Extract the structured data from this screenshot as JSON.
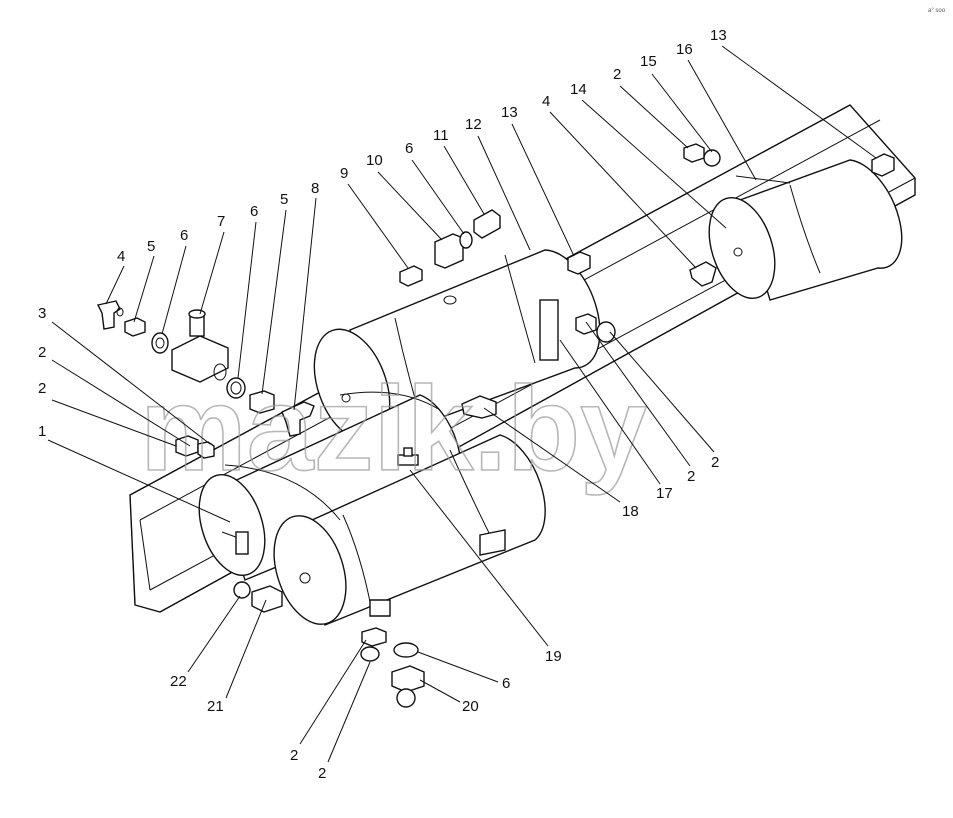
{
  "watermark": "mazik.by",
  "corner_mark": "a° soo",
  "callouts": [
    {
      "id": "c1",
      "text": "1"
    },
    {
      "id": "c2a",
      "text": "2"
    },
    {
      "id": "c2b",
      "text": "2"
    },
    {
      "id": "c3",
      "text": "3"
    },
    {
      "id": "c4a",
      "text": "4"
    },
    {
      "id": "c5a",
      "text": "5"
    },
    {
      "id": "c6a",
      "text": "6"
    },
    {
      "id": "c7",
      "text": "7"
    },
    {
      "id": "c6b",
      "text": "6"
    },
    {
      "id": "c5b",
      "text": "5"
    },
    {
      "id": "c8",
      "text": "8"
    },
    {
      "id": "c9",
      "text": "9"
    },
    {
      "id": "c10",
      "text": "10"
    },
    {
      "id": "c6c",
      "text": "6"
    },
    {
      "id": "c11",
      "text": "11"
    },
    {
      "id": "c12",
      "text": "12"
    },
    {
      "id": "c13a",
      "text": "13"
    },
    {
      "id": "c4b",
      "text": "4"
    },
    {
      "id": "c14",
      "text": "14"
    },
    {
      "id": "c2c",
      "text": "2"
    },
    {
      "id": "c15",
      "text": "15"
    },
    {
      "id": "c16",
      "text": "16"
    },
    {
      "id": "c13b",
      "text": "13"
    },
    {
      "id": "c2d",
      "text": "2"
    },
    {
      "id": "c2e",
      "text": "2"
    },
    {
      "id": "c17",
      "text": "17"
    },
    {
      "id": "c18",
      "text": "18"
    },
    {
      "id": "c19",
      "text": "19"
    },
    {
      "id": "c6d",
      "text": "6"
    },
    {
      "id": "c20",
      "text": "20"
    },
    {
      "id": "c22",
      "text": "22"
    },
    {
      "id": "c21",
      "text": "21"
    },
    {
      "id": "c2f",
      "text": "2"
    },
    {
      "id": "c2g",
      "text": "2"
    }
  ]
}
